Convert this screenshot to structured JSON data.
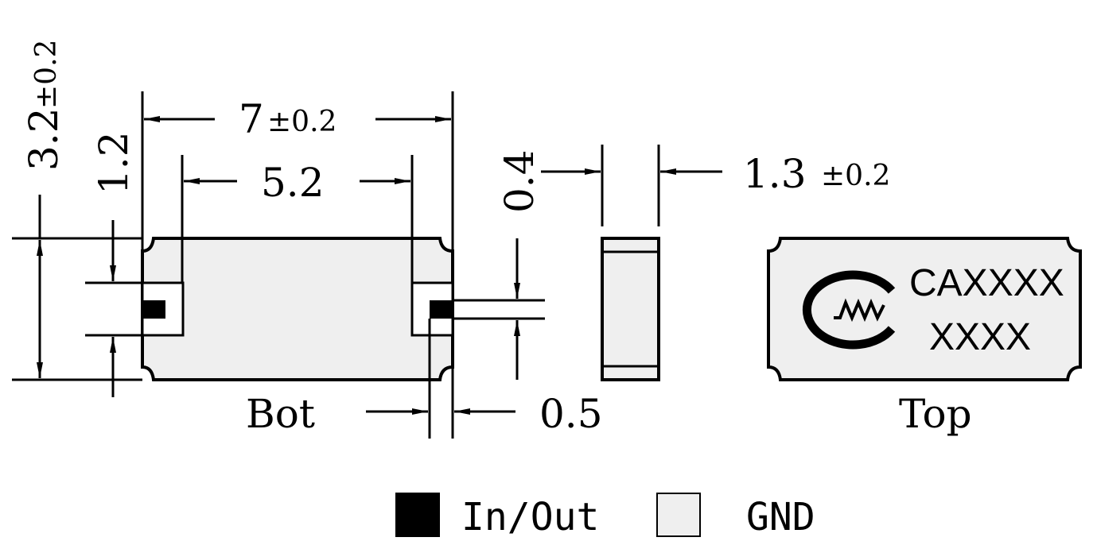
{
  "dimensions": {
    "total_length": "7",
    "total_length_tol": "±0.2",
    "inner_length": "5.2",
    "total_height": "3.2",
    "total_height_tol": "±0.2",
    "pad_height": "1.2",
    "pad_gap": "0.4",
    "thickness": "1.3",
    "thickness_tol": "±0.2",
    "pad_width": "0.5"
  },
  "views": {
    "bottom_label": "Bot",
    "top_label": "Top"
  },
  "marking": {
    "line1": "CAXXXX",
    "line2": "XXXX",
    "logo": "logo-icon"
  },
  "legend": {
    "items": [
      {
        "label": "In/Out",
        "color": "#000000"
      },
      {
        "label": "GND",
        "color": "#efefef"
      }
    ]
  }
}
